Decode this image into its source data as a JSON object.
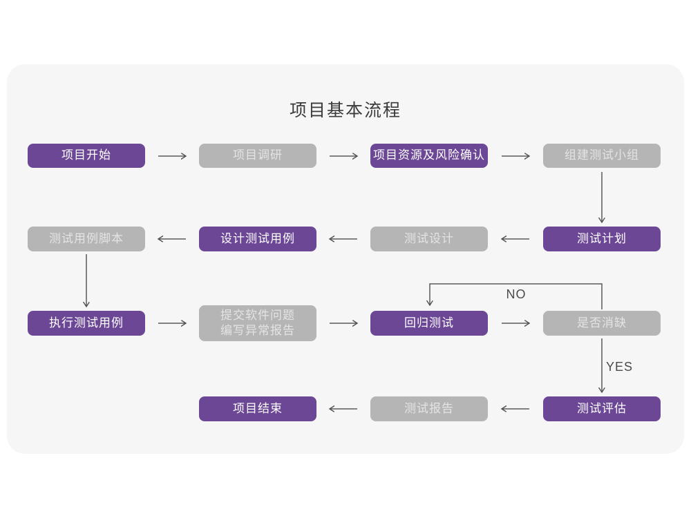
{
  "title": "项目基本流程",
  "colors": {
    "node_purple": "#6C4796",
    "node_gray": "#B5B5B5",
    "card_background": "#F6F6F7",
    "arrow": "#58585A"
  },
  "labels": {
    "no": "NO",
    "yes": "YES"
  },
  "nodes": {
    "start": {
      "label": "项目开始",
      "style": "purple"
    },
    "research": {
      "label": "项目调研",
      "style": "gray"
    },
    "risk": {
      "label": "项目资源及风险确认",
      "style": "purple"
    },
    "team": {
      "label": "组建测试小组",
      "style": "gray"
    },
    "script": {
      "label": "测试用例脚本",
      "style": "gray"
    },
    "design_case": {
      "label": "设计测试用例",
      "style": "purple"
    },
    "test_design": {
      "label": "测试设计",
      "style": "gray"
    },
    "plan": {
      "label": "测试计划",
      "style": "purple"
    },
    "execute": {
      "label": "执行测试用例",
      "style": "purple"
    },
    "report_issue": {
      "line1": "提交软件问题",
      "line2": "编写异常报告",
      "style": "gray"
    },
    "regression": {
      "label": "回归测试",
      "style": "purple"
    },
    "defect_check": {
      "label": "是否消缺",
      "style": "gray"
    },
    "end": {
      "label": "项目结束",
      "style": "purple"
    },
    "test_report": {
      "label": "测试报告",
      "style": "gray"
    },
    "evaluate": {
      "label": "测试评估",
      "style": "purple"
    }
  }
}
